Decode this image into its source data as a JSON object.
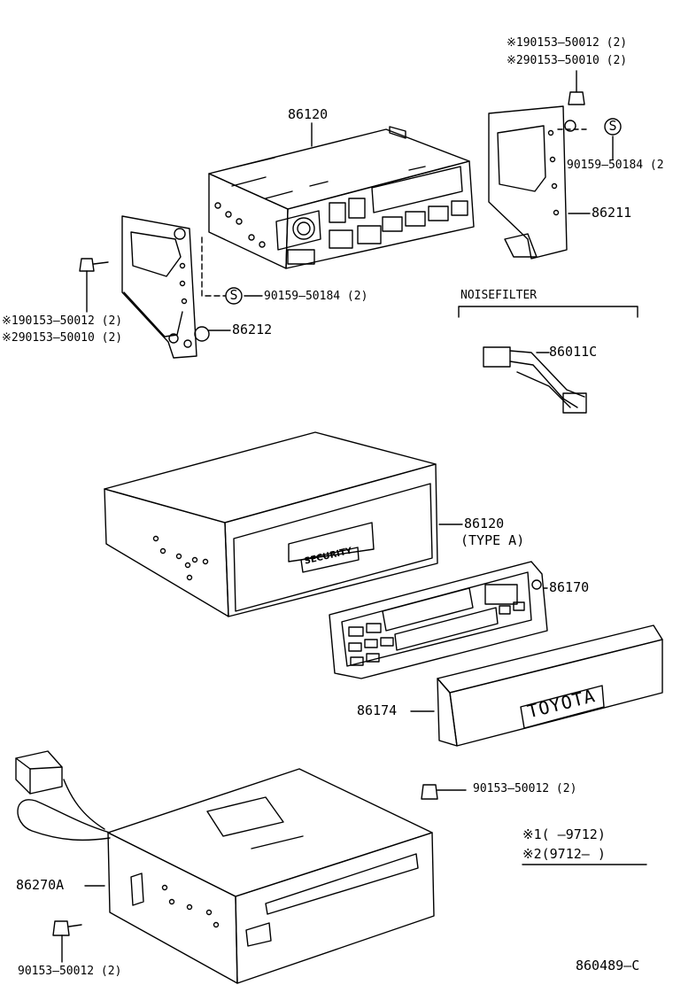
{
  "diagram": {
    "parts": {
      "bolt_top_right_a": "※190153–50012 (2)",
      "bolt_top_right_b": "※290153–50010 (2)",
      "radio_unit": "86120",
      "screw_right": "90159–50184 (2",
      "bracket_right": "86211",
      "screw_left": "90159–50184 (2)",
      "bolt_left_a": "※190153–50012 (2)",
      "bolt_left_b": "※290153–50010 (2)",
      "bracket_left": "86212",
      "noise_filter_title": "NOISEFILTER",
      "noise_filter": "86011C",
      "radio_type_a": "86120",
      "radio_type_a_sub": "(TYPE  A)",
      "face_panel": "86170",
      "cover": "86174",
      "bolt_changer": "90153–50012 (2)",
      "cd_changer": "86270A",
      "bolt_bottom": "90153–50012 (2)",
      "drawing_number": "860489–C"
    },
    "legend": {
      "line1": "※1(      –9712)",
      "line2": "※2(9712–      )"
    },
    "engraving": {
      "security": "SECURITY",
      "brand": "TOYOTA"
    },
    "circle_marker": "S"
  }
}
